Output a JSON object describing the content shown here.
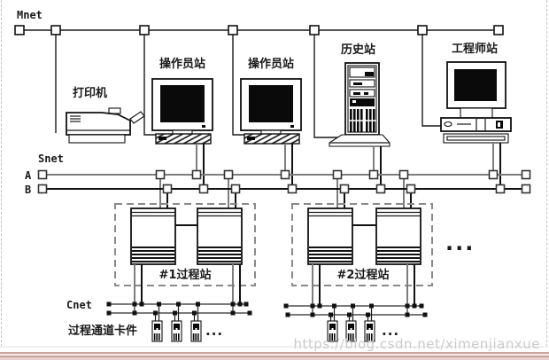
{
  "diagram": {
    "networks": {
      "mnet_label": "Mnet",
      "snet_label": "Snet",
      "bus_a_label": "A",
      "bus_b_label": "B",
      "cnet_label": "Cnet"
    },
    "stations": {
      "printer_label": "打印机",
      "operator1_label": "操作员站",
      "operator2_label": "操作员站",
      "history_label": "历史站",
      "engineer_label": "工程师站",
      "process1_label": "#1过程站",
      "process2_label": "#2过程站",
      "io_cards_label": "过程通道卡件"
    },
    "ellipsis": {
      "after_process_stations": "...",
      "after_cards_group1": "...",
      "after_cards_group2": "..."
    },
    "colors": {
      "line_dark": "#111111",
      "bus_a_gray": "#7d7d7d",
      "dashed_box_gray": "#8a8a8a",
      "watermark_gray": "#cbcbcb",
      "divider_pink": "#c9a19b"
    }
  },
  "page": {
    "watermark_text": "https://blog.csdn.net/ximenjianxue"
  }
}
